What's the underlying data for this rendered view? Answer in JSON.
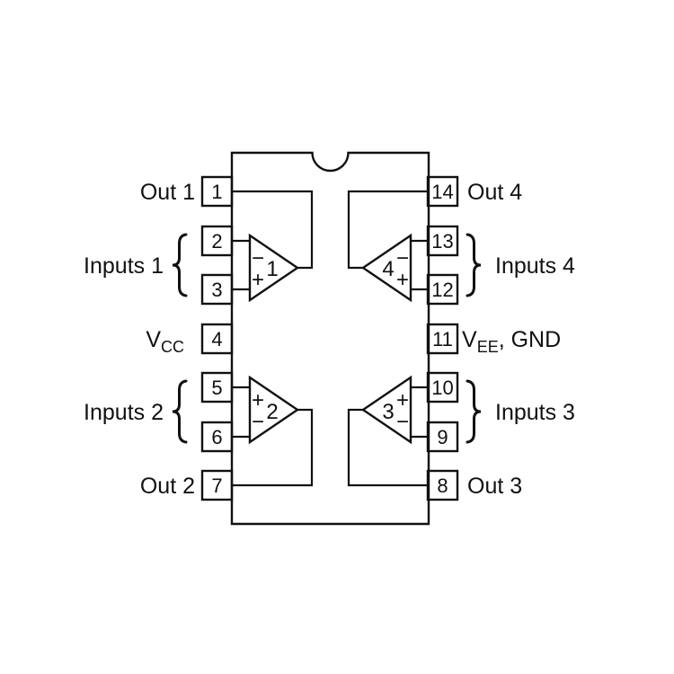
{
  "colors": {
    "ink": "#111111",
    "background": "#ffffff"
  },
  "pins": {
    "left": [
      "1",
      "2",
      "3",
      "4",
      "5",
      "6",
      "7"
    ],
    "right": [
      "14",
      "13",
      "12",
      "11",
      "10",
      "9",
      "8"
    ]
  },
  "labels": {
    "left": {
      "out1": "Out 1",
      "inputs1": "Inputs 1",
      "vcc": {
        "base": "V",
        "sub": "CC"
      },
      "inputs2": "Inputs 2",
      "out2": "Out 2"
    },
    "right": {
      "out4": "Out 4",
      "inputs4": "Inputs 4",
      "vee": {
        "base": "V",
        "sub": "EE",
        "rest": ", GND"
      },
      "inputs3": "Inputs 3",
      "out3": "Out 3"
    }
  },
  "opamps": {
    "a1": {
      "number": "1",
      "top_sign": "−",
      "bottom_sign": "+"
    },
    "a2": {
      "number": "2",
      "top_sign": "+",
      "bottom_sign": "−"
    },
    "a3": {
      "number": "3",
      "top_sign": "+",
      "bottom_sign": "−"
    },
    "a4": {
      "number": "4",
      "top_sign": "−",
      "bottom_sign": "+"
    }
  }
}
